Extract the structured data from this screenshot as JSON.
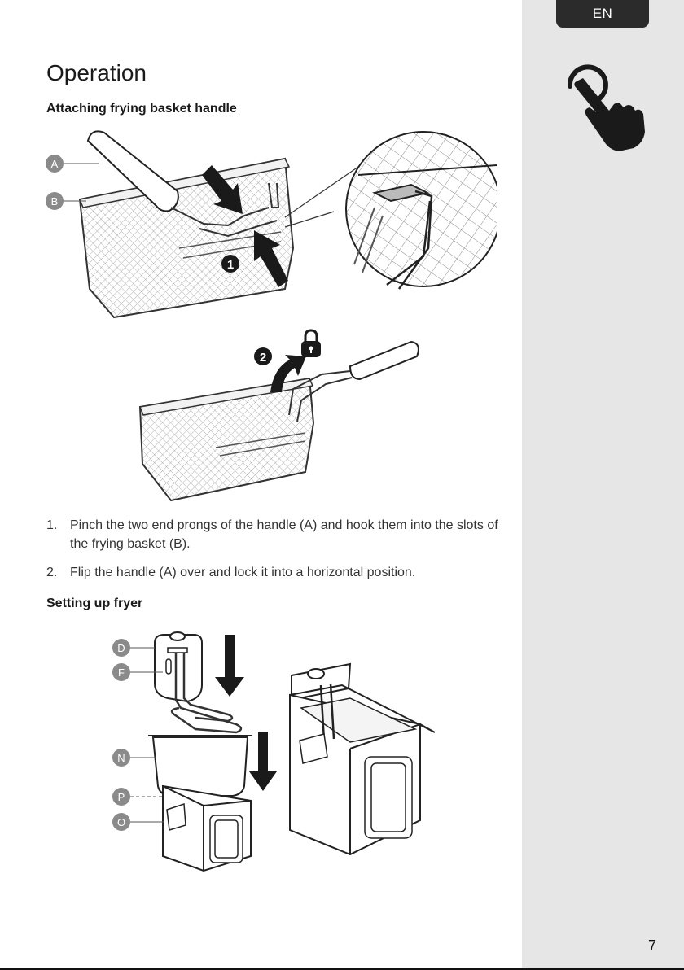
{
  "header": {
    "language": "EN"
  },
  "page": {
    "title": "Operation",
    "number": "7"
  },
  "sections": {
    "attaching": {
      "heading": "Attaching frying basket handle",
      "callouts": {
        "a": "A",
        "b": "B"
      },
      "step_badges": [
        "1",
        "2"
      ],
      "steps": [
        {
          "num": "1.",
          "text": "Pinch the two end prongs of the handle (A) and hook them into the slots of the frying basket (B)."
        },
        {
          "num": "2.",
          "text": "Flip the handle (A) over and lock it into a horizontal position."
        }
      ]
    },
    "setup": {
      "heading": "Setting up fryer",
      "callouts": [
        "D",
        "F",
        "N",
        "P",
        "O"
      ]
    }
  },
  "icons": [
    "hand-touch-icon",
    "padlock-icon",
    "arrow-down-icon",
    "curved-arrow-icon"
  ],
  "colors": {
    "sidebar": "#e6e6e6",
    "badge": "#2b2b2b",
    "callout": "#8a8a8a",
    "ink": "#1a1a1a"
  }
}
